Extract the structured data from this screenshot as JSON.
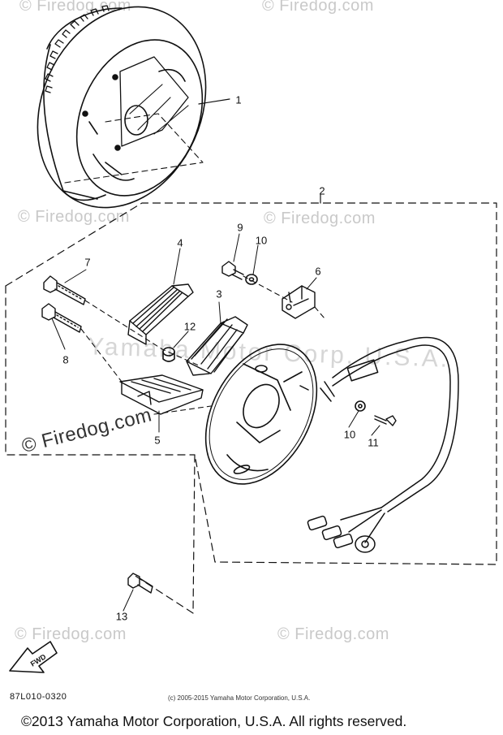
{
  "diagram": {
    "callouts": [
      {
        "id": "c1",
        "label": "1"
      },
      {
        "id": "c2",
        "label": "2"
      },
      {
        "id": "c3",
        "label": "3"
      },
      {
        "id": "c4",
        "label": "4"
      },
      {
        "id": "c5",
        "label": "5"
      },
      {
        "id": "c6",
        "label": "6"
      },
      {
        "id": "c7",
        "label": "7"
      },
      {
        "id": "c8",
        "label": "8"
      },
      {
        "id": "c9",
        "label": "9"
      },
      {
        "id": "c10a",
        "label": "10"
      },
      {
        "id": "c10b",
        "label": "10"
      },
      {
        "id": "c11",
        "label": "11"
      },
      {
        "id": "c12",
        "label": "12"
      },
      {
        "id": "c13",
        "label": "13"
      }
    ],
    "fwd_label": "FWD",
    "part_number": "87L010-0320",
    "inner_copyright": "(c) 2005-2015 Yamaha Motor Corporation, U.S.A."
  },
  "watermarks": {
    "firedog": "© Firedog.com",
    "firedog_big": "© Firedog.com",
    "yamaha": "Yamaha Motor Corp. U.S.A."
  },
  "footer": {
    "copyright": "©2013 Yamaha Motor Corporation, U.S.A. All rights reserved."
  }
}
